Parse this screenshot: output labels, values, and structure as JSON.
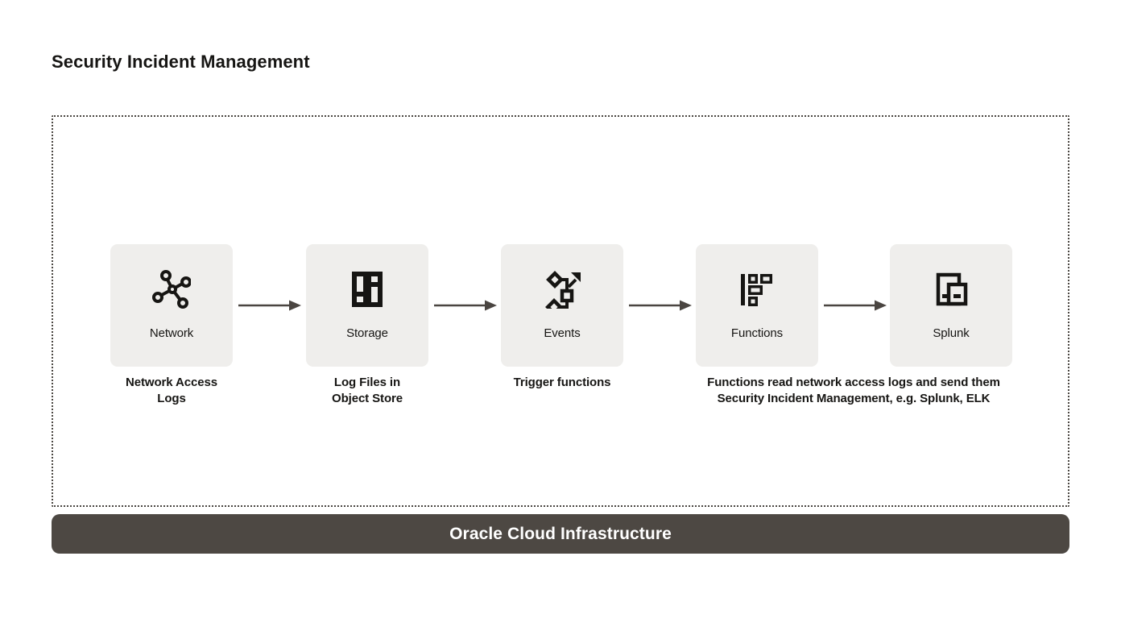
{
  "title": "Security Incident Management",
  "colors": {
    "icon": "#161513",
    "node_background": "#efeeec",
    "arrow": "#4a4541",
    "banner_background": "#4d4843",
    "banner_text": "#ffffff",
    "container_border": "#4b4742"
  },
  "flow": {
    "nodes": [
      {
        "label": "Network",
        "icon": "network-icon"
      },
      {
        "label": "Storage",
        "icon": "storage-icon"
      },
      {
        "label": "Events",
        "icon": "events-icon"
      },
      {
        "label": "Functions",
        "icon": "functions-icon"
      },
      {
        "label": "Splunk",
        "icon": "splunk-icon"
      }
    ],
    "captions": {
      "network": {
        "line1": "Network Access",
        "line2": "Logs"
      },
      "storage": {
        "line1": "Log Files in",
        "line2": "Object Store"
      },
      "events": {
        "line1": "Trigger functions"
      },
      "functions_splunk": {
        "line1": "Functions read network access logs and send them",
        "line2": "Security Incident Management, e.g. Splunk, ELK"
      }
    }
  },
  "banner": {
    "label": "Oracle Cloud Infrastructure"
  }
}
